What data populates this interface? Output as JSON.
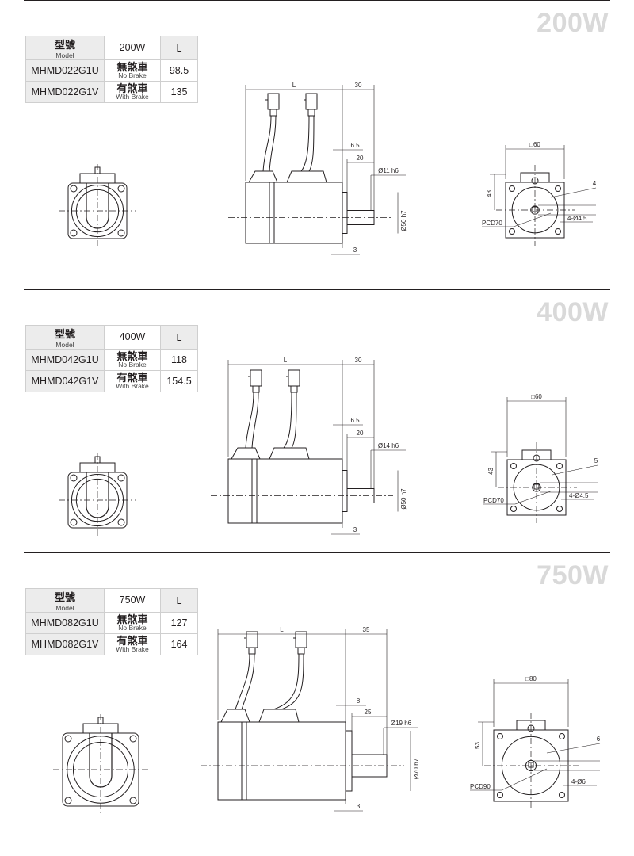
{
  "header_labels": {
    "model_zh": "型號",
    "model_en": "Model",
    "length": "L",
    "no_brake_zh": "無煞車",
    "no_brake_en": "No Brake",
    "with_brake_zh": "有煞車",
    "with_brake_en": "With Brake"
  },
  "sections": [
    {
      "power": "200W",
      "models": [
        {
          "code": "MHMD022G1U",
          "L": "98.5"
        },
        {
          "code": "MHMD022G1V",
          "L": "135"
        }
      ],
      "dims": {
        "L": "L",
        "len_front": "30",
        "flange": "6.5",
        "shaft_len": "20",
        "shaft_dia": "Ø11 h6",
        "pilot": "Ø50 h7",
        "gap": "3",
        "square": "□60",
        "height": "43",
        "key": "4",
        "pcd": "PCD70",
        "holes": "4-Ø4.5"
      }
    },
    {
      "power": "400W",
      "models": [
        {
          "code": "MHMD042G1U",
          "L": "118"
        },
        {
          "code": "MHMD042G1V",
          "L": "154.5"
        }
      ],
      "dims": {
        "L": "L",
        "len_front": "30",
        "flange": "6.5",
        "shaft_len": "20",
        "shaft_dia": "Ø14 h6",
        "pilot": "Ø50 h7",
        "gap": "3",
        "square": "□60",
        "height": "43",
        "key": "5",
        "pcd": "PCD70",
        "holes": "4-Ø4.5"
      }
    },
    {
      "power": "750W",
      "models": [
        {
          "code": "MHMD082G1U",
          "L": "127"
        },
        {
          "code": "MHMD082G1V",
          "L": "164"
        }
      ],
      "dims": {
        "L": "L",
        "len_front": "35",
        "flange": "8",
        "shaft_len": "25",
        "shaft_dia": "Ø19 h6",
        "pilot": "Ø70 h7",
        "gap": "3",
        "square": "□80",
        "height": "53",
        "key": "6",
        "pcd": "PCD90",
        "holes": "4-Ø6"
      }
    }
  ]
}
